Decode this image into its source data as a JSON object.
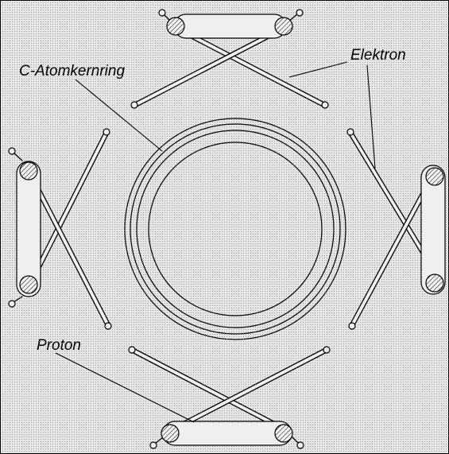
{
  "labels": {
    "nucleus_ring": "C-Atomkernring",
    "electron": "Elektron",
    "proton": "Proton"
  },
  "colors": {
    "background": "#d8d8d8",
    "stroke": "#000000",
    "fill": "#efefef"
  }
}
